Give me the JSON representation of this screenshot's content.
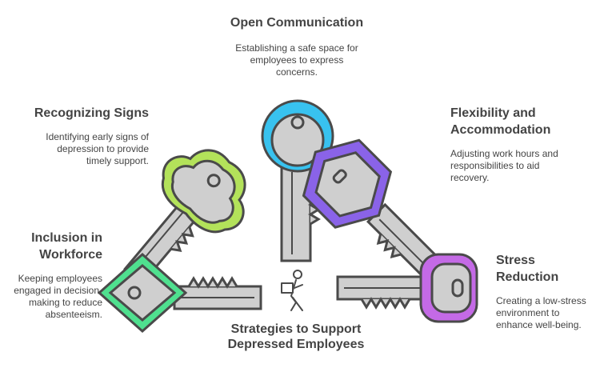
{
  "diagram": {
    "center_title": "Strategies to Support Depressed Employees",
    "items": [
      {
        "title": "Open Communication",
        "description": "Establishing a safe space for employees to express concerns.",
        "color": "#38c2ef",
        "icon": "round-key-icon"
      },
      {
        "title": "Recognizing Signs",
        "description": "Identifying early signs of depression to provide timely support.",
        "color": "#b3e25a",
        "icon": "clover-key-icon"
      },
      {
        "title": "Flexibility and Accommodation",
        "description": "Adjusting work hours and responsibilities to aid recovery.",
        "color": "#8a63e8",
        "icon": "hexagon-key-icon"
      },
      {
        "title": "Inclusion in Workforce",
        "description": "Keeping employees engaged in decision-making to reduce absenteeism.",
        "color": "#4fe08f",
        "icon": "diamond-key-icon"
      },
      {
        "title": "Stress Reduction",
        "description": "Creating a low-stress environment to enhance well-being.",
        "color": "#c46ae6",
        "icon": "rounded-rect-key-icon"
      }
    ],
    "center_icon": "person-carrying-box-icon"
  }
}
